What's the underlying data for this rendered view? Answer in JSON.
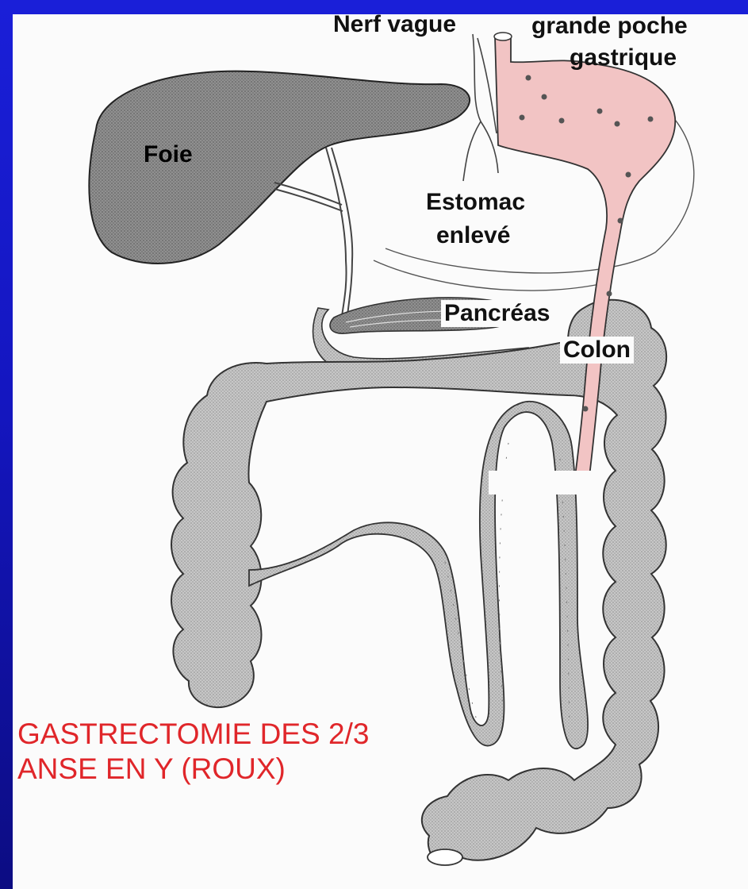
{
  "labels": {
    "nerf_vague": "Nerf vague",
    "grande_poche_1": "grande poche",
    "grande_poche_2": "gastrique",
    "foie": "Foie",
    "estomac_1": "Estomac",
    "estomac_2": "enlevé",
    "pancreas": "Pancréas",
    "colon": "Colon"
  },
  "caption": {
    "line1": "GASTRECTOMIE DES 2/3",
    "line2": "ANSE EN Y (ROUX)"
  },
  "colors": {
    "background": "#1414c8",
    "organ_gray": "#c4c4c4",
    "liver_gray": "#8a8a8a",
    "stomach_pink": "#f2c4c4",
    "caption_red": "#e0262a"
  }
}
